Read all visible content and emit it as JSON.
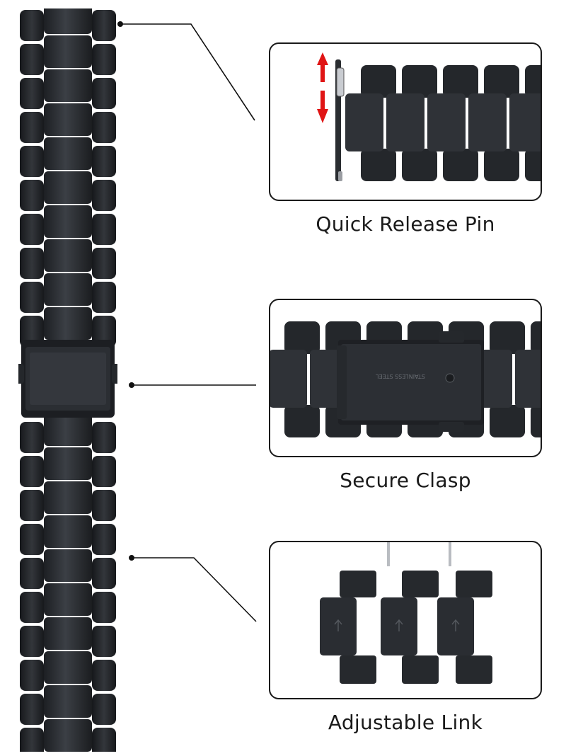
{
  "features": [
    {
      "label": "Quick Release Pin"
    },
    {
      "label": "Secure Clasp"
    },
    {
      "label": "Adjustable Link"
    }
  ],
  "clasp_engraving": "STAINLESS STEEL",
  "colors": {
    "metal_dark": "#1b1d20",
    "metal_mid": "#2e3136",
    "metal_light": "#4a4e55",
    "highlight": "#5d6269",
    "arrow_red": "#e01515",
    "line": "#111111"
  }
}
